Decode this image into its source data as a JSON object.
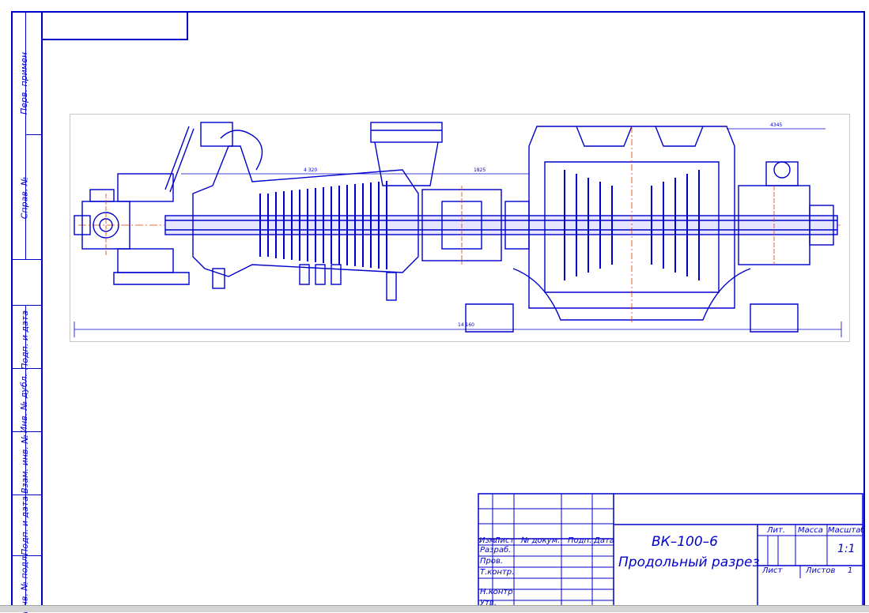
{
  "side_stamp": {
    "items": [
      "Перв. примен",
      "Справ. №",
      "Подп. и дата",
      "Инв. № дубл.",
      "Взам. инв. №",
      "Подп. и дата",
      "Инв. № подл."
    ]
  },
  "title_block": {
    "designation": "ВК–100–6",
    "title": "Продольный разрез",
    "columns": [
      "Изм.",
      "Лист",
      "№ докум.",
      "Подп.",
      "Дата"
    ],
    "rows": [
      "Разраб.",
      "Пров.",
      "Т.контр.",
      "Н.контр.",
      "Утв."
    ],
    "header_lit": "Лит.",
    "header_massa": "Масса",
    "header_masshtab": "Масштаб",
    "scale_value": "1:1",
    "sheet_label": "Лист",
    "sheets_label": "Листов",
    "sheets_value": "1"
  },
  "drawing": {
    "dimension_total": "14 160",
    "dimension_1": "4 320",
    "dimension_2": "1825",
    "dimension_3": "4345"
  },
  "colors": {
    "line": "#0000cc",
    "accent": "#e04000",
    "frame": "#0000cc"
  }
}
